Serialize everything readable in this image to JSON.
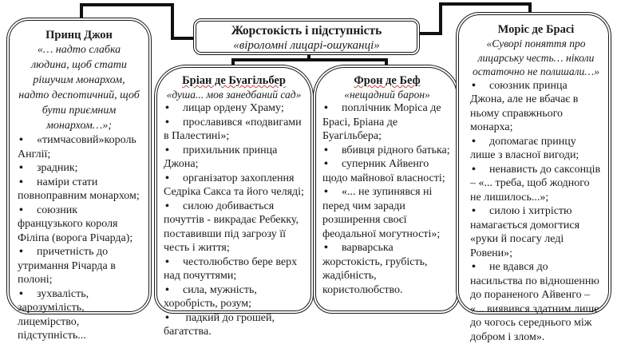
{
  "central": {
    "title": "Жорстокість  і підступність",
    "subtitle": "«віроломні лицарі-ошуканці»"
  },
  "characters": [
    {
      "name": "Принц Джон",
      "quote": "«… надто слабка людина, щоб стати рішучим монархом, надто деспотичний, щоб бути приємним монархом…»;",
      "items": [
        "«тимчасовий»король Англії;",
        "зрадник;",
        "наміри стати повноправним монархом;",
        "союзник французького короля Філіпа (ворога Річарда);",
        "причетність до утримання Річарда в полоні;",
        "зухвалість, зарозумілість, лицемірство, підступність..."
      ]
    },
    {
      "name": "Бріан де Буагільбер",
      "quote": "«душа... мов занедбаний сад»",
      "items": [
        "лицар ордену Храму;",
        "прославився «подвигами в Палестині»;",
        "прихильник принца Джона;",
        "організатор захоплення Седріка Сакса та його челяді;",
        "силою добивається почуттів - викрадає Ребекку, поставивши під загрозу її честь і життя;",
        "честолюбство бере верх над почуттями;",
        "сила, мужність, хоробрість, розум;",
        " падкий до грошей, багатства."
      ]
    },
    {
      "name": "Фрон де Беф",
      "quote": "«нещадний барон»",
      "items": [
        "поплічник Моріса де Брасі, Бріана де Буагільбера;",
        "вбивця рідного батька;",
        "суперник Айвенго щодо майнової власності;",
        "«... не зупинявся ні перед чим заради розширення своєї феодальної могутності»;",
        "варварська жорстокість, грубість, жадібність, користолюбство."
      ]
    },
    {
      "name": "Моріс де Брасі",
      "quote": "«Суворі поняття про лицарську честь… ніколи остаточно не полишали…»",
      "items": [
        "союзник принца Джона, але не вбачає в ньому справжнього монарха;",
        "допомагає принцу лише з власної вигоди;",
        "ненависть до саксонців – «... треба, щоб жодного не лишилось...»;",
        "силою і хитрістю намагається домогтися «руки й посагу леді Ровени»;",
        "не вдався до насильства по відношенню до пораненого Айвенго – «... виявився здатним лише до чогось середнього між добром і злом»."
      ]
    }
  ]
}
